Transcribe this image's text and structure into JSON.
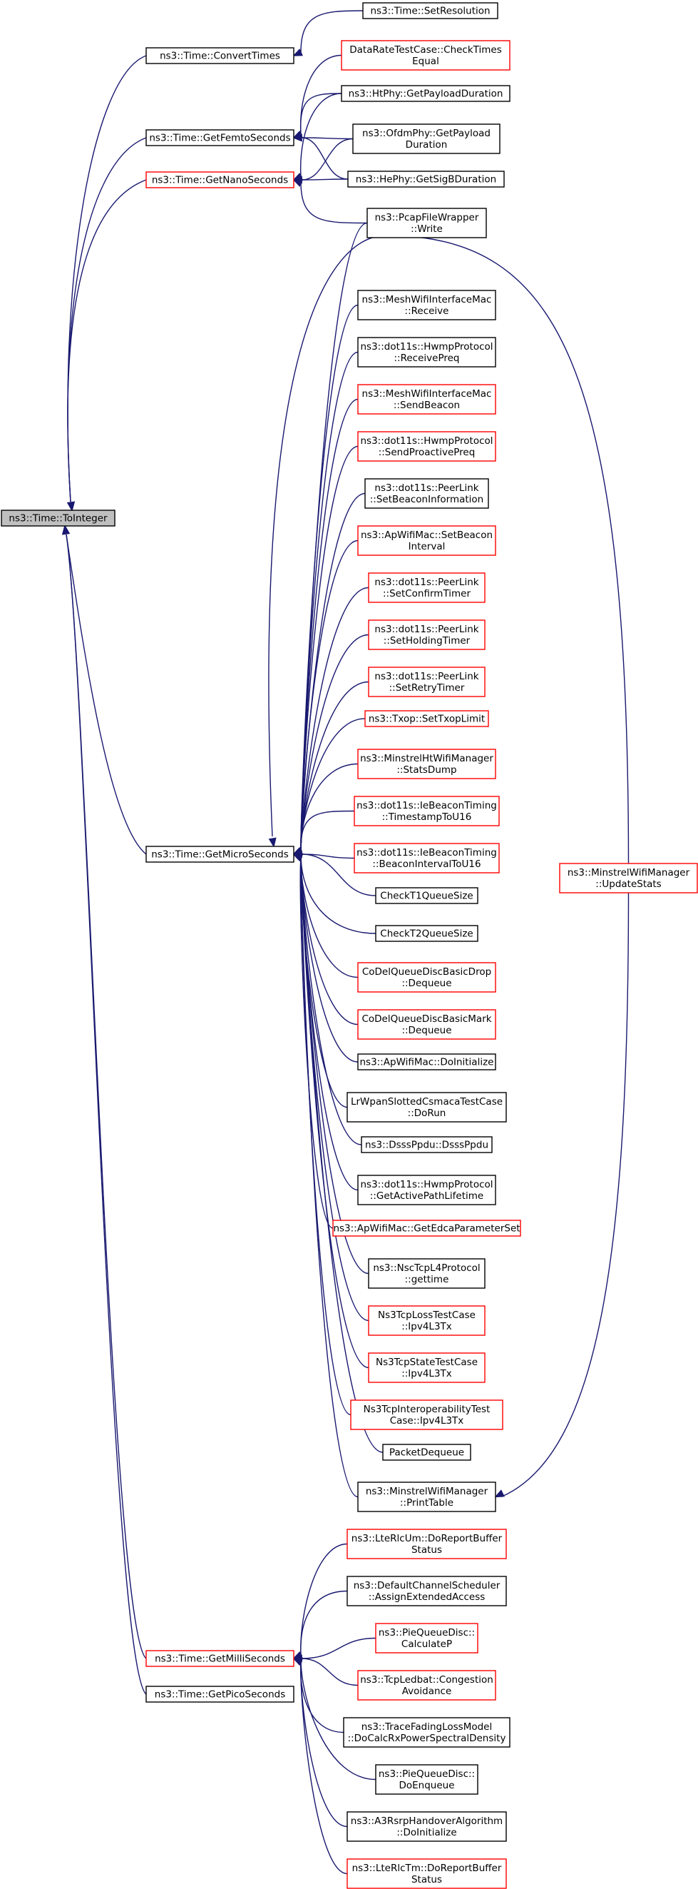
{
  "graph": {
    "nodes": [
      {
        "id": "toint",
        "lines": [
          "ns3::Time::ToInteger"
        ],
        "style": "focus"
      },
      {
        "id": "convert",
        "lines": [
          "ns3::Time::ConvertTimes"
        ],
        "style": "normal"
      },
      {
        "id": "femto",
        "lines": [
          "ns3::Time::GetFemtoSeconds"
        ],
        "style": "normal"
      },
      {
        "id": "nano",
        "lines": [
          "ns3::Time::GetNanoSeconds"
        ],
        "style": "red"
      },
      {
        "id": "micro",
        "lines": [
          "ns3::Time::GetMicroSeconds"
        ],
        "style": "normal"
      },
      {
        "id": "milli",
        "lines": [
          "ns3::Time::GetMilliSeconds"
        ],
        "style": "red"
      },
      {
        "id": "pico",
        "lines": [
          "ns3::Time::GetPicoSeconds"
        ],
        "style": "normal"
      },
      {
        "id": "setres",
        "lines": [
          "ns3::Time::SetResolution"
        ],
        "style": "normal"
      },
      {
        "id": "drtc",
        "lines": [
          "DataRateTestCase::CheckTimes",
          "Equal"
        ],
        "style": "red"
      },
      {
        "id": "htphy",
        "lines": [
          "ns3::HtPhy::GetPayloadDuration"
        ],
        "style": "normal"
      },
      {
        "id": "ofdm",
        "lines": [
          "ns3::OfdmPhy::GetPayload",
          "Duration"
        ],
        "style": "normal"
      },
      {
        "id": "hephy",
        "lines": [
          "ns3::HePhy::GetSigBDuration"
        ],
        "style": "normal"
      },
      {
        "id": "pcap",
        "lines": [
          "ns3::PcapFileWrapper",
          "::Write"
        ],
        "style": "normal"
      },
      {
        "id": "mwim_recv",
        "lines": [
          "ns3::MeshWifiInterfaceMac",
          "::Receive"
        ],
        "style": "normal"
      },
      {
        "id": "hwmp_rpreq",
        "lines": [
          "ns3::dot11s::HwmpProtocol",
          "::ReceivePreq"
        ],
        "style": "normal"
      },
      {
        "id": "mwim_sb",
        "lines": [
          "ns3::MeshWifiInterfaceMac",
          "::SendBeacon"
        ],
        "style": "red"
      },
      {
        "id": "hwmp_spp",
        "lines": [
          "ns3::dot11s::HwmpProtocol",
          "::SendProactivePreq"
        ],
        "style": "red"
      },
      {
        "id": "pl_sbi",
        "lines": [
          "ns3::dot11s::PeerLink",
          "::SetBeaconInformation"
        ],
        "style": "normal"
      },
      {
        "id": "ap_sbi",
        "lines": [
          "ns3::ApWifiMac::SetBeacon",
          "Interval"
        ],
        "style": "red"
      },
      {
        "id": "pl_sct",
        "lines": [
          "ns3::dot11s::PeerLink",
          "::SetConfirmTimer"
        ],
        "style": "red"
      },
      {
        "id": "pl_sht",
        "lines": [
          "ns3::dot11s::PeerLink",
          "::SetHoldingTimer"
        ],
        "style": "red"
      },
      {
        "id": "pl_srt",
        "lines": [
          "ns3::dot11s::PeerLink",
          "::SetRetryTimer"
        ],
        "style": "red"
      },
      {
        "id": "txop",
        "lines": [
          "ns3::Txop::SetTxopLimit"
        ],
        "style": "red"
      },
      {
        "id": "mhwm_sd",
        "lines": [
          "ns3::MinstrelHtWifiManager",
          "::StatsDump"
        ],
        "style": "red"
      },
      {
        "id": "iebt_ts",
        "lines": [
          "ns3::dot11s::IeBeaconTiming",
          "::TimestampToU16"
        ],
        "style": "red"
      },
      {
        "id": "iebt_bi",
        "lines": [
          "ns3::dot11s::IeBeaconTiming",
          "::BeaconIntervalToU16"
        ],
        "style": "red"
      },
      {
        "id": "ct1",
        "lines": [
          "CheckT1QueueSize"
        ],
        "style": "normal"
      },
      {
        "id": "ct2",
        "lines": [
          "CheckT2QueueSize"
        ],
        "style": "normal"
      },
      {
        "id": "codel_drop",
        "lines": [
          "CoDelQueueDiscBasicDrop",
          "::Dequeue"
        ],
        "style": "red"
      },
      {
        "id": "codel_mark",
        "lines": [
          "CoDelQueueDiscBasicMark",
          "::Dequeue"
        ],
        "style": "red"
      },
      {
        "id": "ap_doinit",
        "lines": [
          "ns3::ApWifiMac::DoInitialize"
        ],
        "style": "normal"
      },
      {
        "id": "lrwpan",
        "lines": [
          "LrWpanSlottedCsmacaTestCase",
          "::DoRun"
        ],
        "style": "normal"
      },
      {
        "id": "dsss",
        "lines": [
          "ns3::DsssPpdu::DsssPpdu"
        ],
        "style": "normal"
      },
      {
        "id": "hwmp_gapl",
        "lines": [
          "ns3::dot11s::HwmpProtocol",
          "::GetActivePathLifetime"
        ],
        "style": "normal"
      },
      {
        "id": "ap_gedca",
        "lines": [
          "ns3::ApWifiMac::GetEdcaParameterSet"
        ],
        "style": "red"
      },
      {
        "id": "nsc",
        "lines": [
          "ns3::NscTcpL4Protocol",
          "::gettime"
        ],
        "style": "normal"
      },
      {
        "id": "tcploss",
        "lines": [
          "Ns3TcpLossTestCase",
          "::Ipv4L3Tx"
        ],
        "style": "red"
      },
      {
        "id": "tcpstate",
        "lines": [
          "Ns3TcpStateTestCase",
          "::Ipv4L3Tx"
        ],
        "style": "red"
      },
      {
        "id": "tcpinterop",
        "lines": [
          "Ns3TcpInteroperabilityTest",
          "Case::Ipv4L3Tx"
        ],
        "style": "red"
      },
      {
        "id": "pktdeq",
        "lines": [
          "PacketDequeue"
        ],
        "style": "normal"
      },
      {
        "id": "mwm_pt",
        "lines": [
          "ns3::MinstrelWifiManager",
          "::PrintTable"
        ],
        "style": "normal"
      },
      {
        "id": "mwm_us",
        "lines": [
          "ns3::MinstrelWifiManager",
          "::UpdateStats"
        ],
        "style": "red"
      },
      {
        "id": "lterlcum",
        "lines": [
          "ns3::LteRlcUm::DoReportBuffer",
          "Status"
        ],
        "style": "red"
      },
      {
        "id": "dcs",
        "lines": [
          "ns3::DefaultChannelScheduler",
          "::AssignExtendedAccess"
        ],
        "style": "normal"
      },
      {
        "id": "pie_calc",
        "lines": [
          "ns3::PieQueueDisc::",
          "CalculateP"
        ],
        "style": "red"
      },
      {
        "id": "ledbat",
        "lines": [
          "ns3::TcpLedbat::Congestion",
          "Avoidance"
        ],
        "style": "red"
      },
      {
        "id": "trace",
        "lines": [
          "ns3::TraceFadingLossModel",
          "::DoCalcRxPowerSpectralDensity"
        ],
        "style": "normal"
      },
      {
        "id": "pie_enq",
        "lines": [
          "ns3::PieQueueDisc::",
          "DoEnqueue"
        ],
        "style": "normal"
      },
      {
        "id": "a3rsrp",
        "lines": [
          "ns3::A3RsrpHandoverAlgorithm",
          "::DoInitialize"
        ],
        "style": "normal"
      },
      {
        "id": "lterlctm",
        "lines": [
          "ns3::LteRlcTm::DoReportBuffer",
          "Status"
        ],
        "style": "red"
      }
    ],
    "edges": [
      [
        "toint",
        "convert"
      ],
      [
        "toint",
        "femto"
      ],
      [
        "toint",
        "nano"
      ],
      [
        "toint",
        "micro"
      ],
      [
        "toint",
        "milli"
      ],
      [
        "toint",
        "pico"
      ],
      [
        "convert",
        "setres"
      ],
      [
        "femto",
        "drtc"
      ],
      [
        "femto",
        "htphy"
      ],
      [
        "femto",
        "ofdm"
      ],
      [
        "femto",
        "hephy"
      ],
      [
        "nano",
        "htphy"
      ],
      [
        "nano",
        "ofdm"
      ],
      [
        "nano",
        "hephy"
      ],
      [
        "nano",
        "pcap"
      ],
      [
        "micro",
        "pcap"
      ],
      [
        "micro",
        "mwim_recv"
      ],
      [
        "micro",
        "hwmp_rpreq"
      ],
      [
        "micro",
        "mwim_sb"
      ],
      [
        "micro",
        "hwmp_spp"
      ],
      [
        "micro",
        "pl_sbi"
      ],
      [
        "micro",
        "ap_sbi"
      ],
      [
        "micro",
        "pl_sct"
      ],
      [
        "micro",
        "pl_sht"
      ],
      [
        "micro",
        "pl_srt"
      ],
      [
        "micro",
        "txop"
      ],
      [
        "micro",
        "mhwm_sd"
      ],
      [
        "micro",
        "iebt_ts"
      ],
      [
        "micro",
        "iebt_bi"
      ],
      [
        "micro",
        "ct1"
      ],
      [
        "micro",
        "ct2"
      ],
      [
        "micro",
        "codel_drop"
      ],
      [
        "micro",
        "codel_mark"
      ],
      [
        "micro",
        "ap_doinit"
      ],
      [
        "micro",
        "lrwpan"
      ],
      [
        "micro",
        "dsss"
      ],
      [
        "micro",
        "hwmp_gapl"
      ],
      [
        "micro",
        "ap_gedca"
      ],
      [
        "micro",
        "nsc"
      ],
      [
        "micro",
        "tcploss"
      ],
      [
        "micro",
        "tcpstate"
      ],
      [
        "micro",
        "tcpinterop"
      ],
      [
        "micro",
        "pktdeq"
      ],
      [
        "micro",
        "mwm_pt"
      ],
      [
        "micro",
        "mwm_us"
      ],
      [
        "mwm_pt",
        "mwm_us"
      ],
      [
        "milli",
        "lterlcum"
      ],
      [
        "milli",
        "dcs"
      ],
      [
        "milli",
        "pie_calc"
      ],
      [
        "milli",
        "ledbat"
      ],
      [
        "milli",
        "trace"
      ],
      [
        "milli",
        "pie_enq"
      ],
      [
        "milli",
        "a3rsrp"
      ],
      [
        "milli",
        "lterlctm"
      ]
    ]
  },
  "colors": {
    "edge": "#191970",
    "focus_fill": "#bfbfbf",
    "normal_border": "#000000",
    "red_border": "#ff0000",
    "node_fill": "#ffffff"
  }
}
